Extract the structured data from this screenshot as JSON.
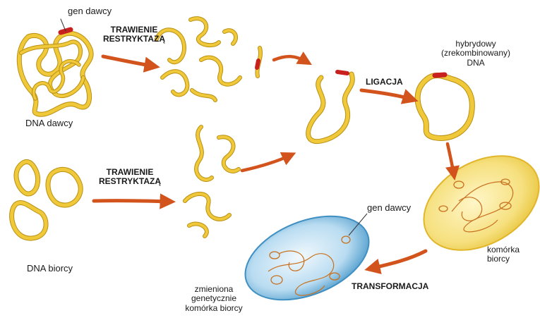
{
  "labels": {
    "gen_dawcy_top": "gen dawcy",
    "trawienie_1_line1": "TRAWIENIE",
    "trawienie_1_line2": "RESTRYKTAZĄ",
    "trawienie_2_line1": "TRAWIENIE",
    "trawienie_2_line2": "RESTRYKTAZĄ",
    "ligacja": "LIGACJA",
    "hybryd_line1": "hybrydowy",
    "hybryd_line2": "(zrekombinowany)",
    "hybryd_line3": "DNA",
    "dna_dawcy": "DNA dawcy",
    "dna_biorcy": "DNA biorcy",
    "gen_dawcy_cell": "gen dawcy",
    "komorka_line1": "komórka",
    "komorka_line2": "biorcy",
    "transformacja": "TRANSFORMACJA",
    "zmieniona_line1": "zmieniona",
    "zmieniona_line2": "genetycznie",
    "zmieniona_line3": "komórka biorcy"
  },
  "colors": {
    "dna_strand": "#f0c93a",
    "dna_edge": "#b98f12",
    "donor_gene": "#c8201e",
    "arrow": "#d2541c",
    "recipient_cell": "#f3dc6e",
    "modified_cell": "#6fb3dd",
    "plasmid_inside": "#c8711f"
  }
}
